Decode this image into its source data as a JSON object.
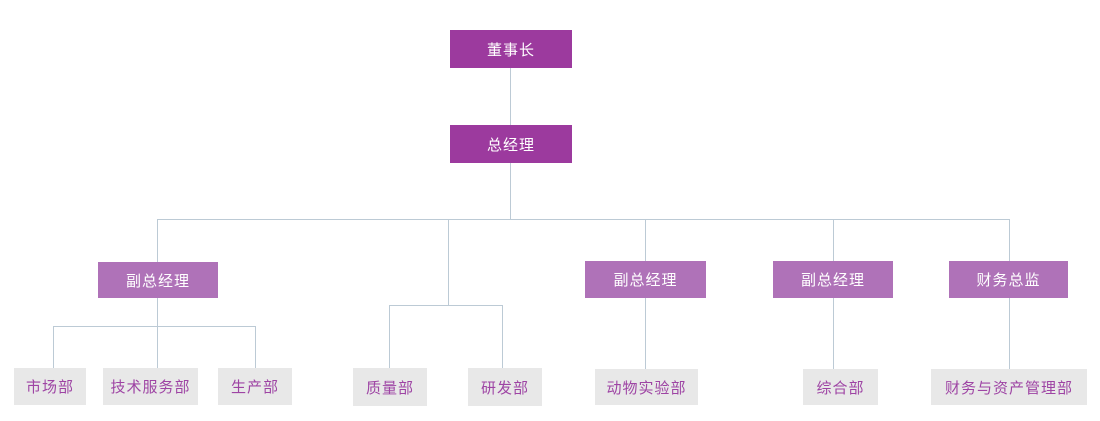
{
  "diagram": {
    "type": "org-chart",
    "colors": {
      "executive_box": "#9c3a9e",
      "manager_box": "#af72b8",
      "department_box": "#e8e8e8",
      "department_text": "#9e44a4",
      "executive_text": "#ffffff",
      "connector_line": "#bccad5",
      "background": "#ffffff"
    },
    "nodes": {
      "chairman": {
        "label": "董事长",
        "level": 1
      },
      "general_manager": {
        "label": "总经理",
        "level": 2
      },
      "vp1": {
        "label": "副总经理",
        "level": 3
      },
      "vp2": {
        "label": "副总经理",
        "level": 3
      },
      "vp3": {
        "label": "副总经理",
        "level": 3
      },
      "cfo": {
        "label": "财务总监",
        "level": 3
      },
      "marketing": {
        "label": "市场部",
        "level": 4
      },
      "tech_service": {
        "label": "技术服务部",
        "level": 4
      },
      "production": {
        "label": "生产部",
        "level": 4
      },
      "quality": {
        "label": "质量部",
        "level": 4
      },
      "rnd": {
        "label": "研发部",
        "level": 4
      },
      "animal_lab": {
        "label": "动物实验部",
        "level": 4
      },
      "general_affairs": {
        "label": "综合部",
        "level": 4
      },
      "finance_assets": {
        "label": "财务与资产管理部",
        "level": 4
      }
    },
    "hierarchy": {
      "chairman": [
        "general_manager"
      ],
      "general_manager": [
        "vp1",
        "quality_rnd_branch",
        "vp2",
        "vp3",
        "cfo"
      ],
      "vp1": [
        "marketing",
        "tech_service",
        "production"
      ],
      "quality_rnd_branch": [
        "quality",
        "rnd"
      ],
      "vp2": [
        "animal_lab"
      ],
      "vp3": [
        "general_affairs"
      ],
      "cfo": [
        "finance_assets"
      ]
    }
  }
}
